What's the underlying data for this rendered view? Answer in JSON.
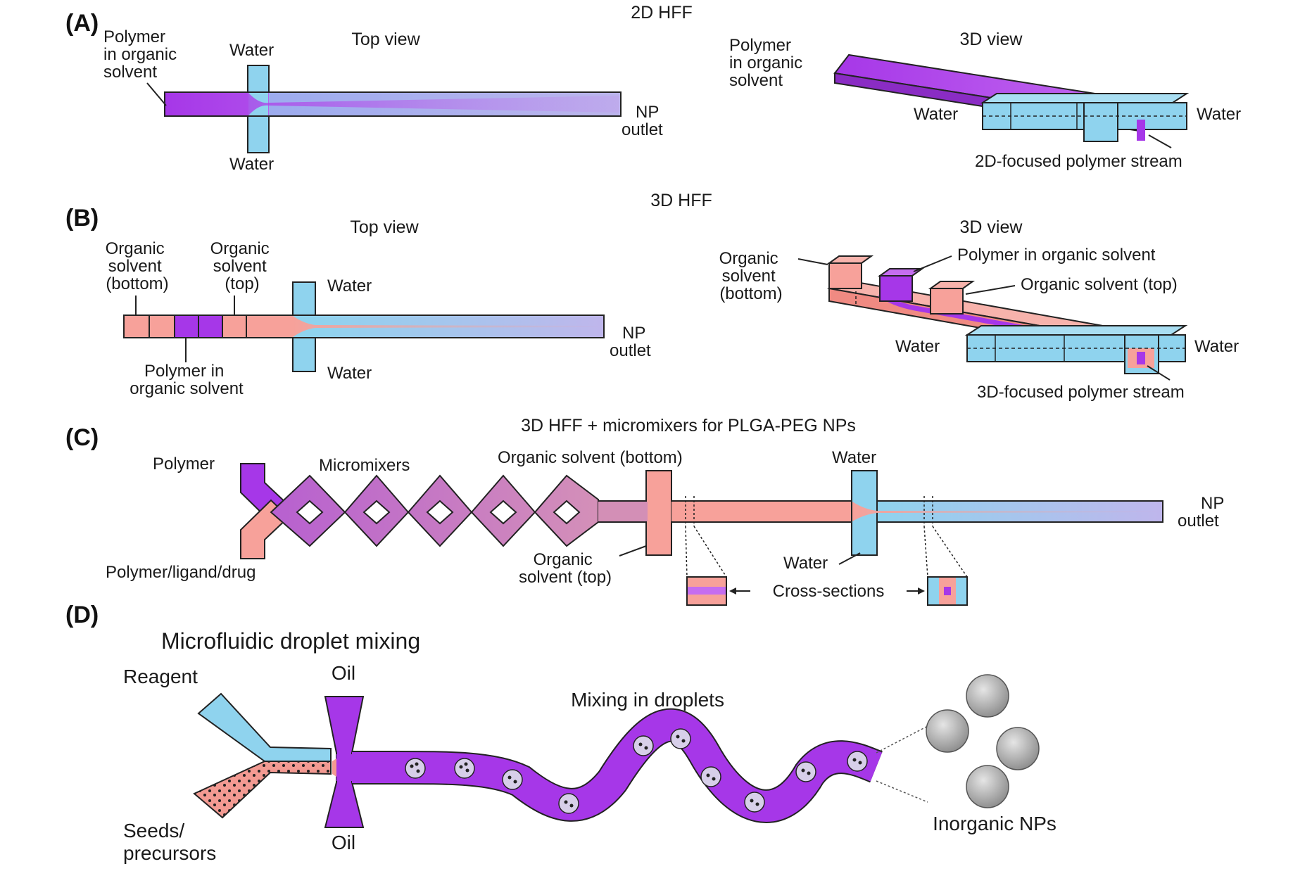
{
  "colors": {
    "water": "#8fd3ee",
    "polymer": "#a637e8",
    "organic": "#f7a19a",
    "oil": "#a03de6",
    "nanoparticle": "#a9a9a9"
  },
  "panels": {
    "A": {
      "label": "(A)",
      "title": "2D HFF",
      "top_view": {
        "heading": "Top view",
        "polymer": [
          "Polymer",
          "in organic",
          "solvent"
        ],
        "water_top": "Water",
        "water_bottom": "Water",
        "outlet": [
          "NP",
          "outlet"
        ]
      },
      "view_3d": {
        "heading": "3D view",
        "polymer": [
          "Polymer",
          "in organic",
          "solvent"
        ],
        "water_left": "Water",
        "water_right": "Water",
        "stream": "2D-focused polymer stream"
      }
    },
    "B": {
      "label": "(B)",
      "title": "3D HFF",
      "top_view": {
        "heading": "Top view",
        "organic_bottom": [
          "Organic",
          "solvent",
          "(bottom)"
        ],
        "organic_top": [
          "Organic",
          "solvent",
          "(top)"
        ],
        "water_top": "Water",
        "water_bottom": "Water",
        "polymer": [
          "Polymer in",
          "organic solvent"
        ],
        "outlet": [
          "NP",
          "outlet"
        ]
      },
      "view_3d": {
        "heading": "3D view",
        "organic_bottom": [
          "Organic",
          "solvent",
          "(bottom)"
        ],
        "polymer": "Polymer in organic solvent",
        "organic_top": "Organic solvent (top)",
        "water_left": "Water",
        "water_right": "Water",
        "stream": "3D-focused polymer stream"
      }
    },
    "C": {
      "label": "(C)",
      "title": "3D HFF + micromixers for PLGA-PEG NPs",
      "polymer": "Polymer",
      "micromixers": "Micromixers",
      "organic_bottom": "Organic solvent (bottom)",
      "water_top": "Water",
      "outlet": [
        "NP",
        "outlet"
      ],
      "polymer_ligand_drug": "Polymer/ligand/drug",
      "organic_top": [
        "Organic",
        "solvent (top)"
      ],
      "water_bottom": "Water",
      "cross_sections": "Cross-sections"
    },
    "D": {
      "label": "(D)",
      "title": "Microfluidic droplet mixing",
      "reagent": "Reagent",
      "oil_top": "Oil",
      "oil_bottom": "Oil",
      "mixing": "Mixing in droplets",
      "seeds": [
        "Seeds/",
        "precursors"
      ],
      "inorganic": "Inorganic NPs"
    }
  }
}
